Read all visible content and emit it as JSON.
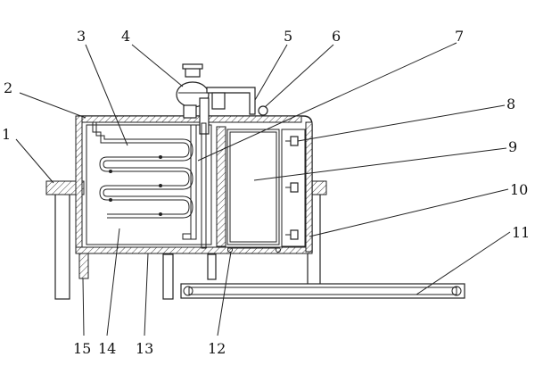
{
  "figure": {
    "callouts": [
      {
        "id": "1",
        "text": "1"
      },
      {
        "id": "2",
        "text": "2"
      },
      {
        "id": "3",
        "text": "3"
      },
      {
        "id": "4",
        "text": "4"
      },
      {
        "id": "5",
        "text": "5"
      },
      {
        "id": "6",
        "text": "6"
      },
      {
        "id": "7",
        "text": "7"
      },
      {
        "id": "8",
        "text": "8"
      },
      {
        "id": "9",
        "text": "9"
      },
      {
        "id": "10",
        "text": "10"
      },
      {
        "id": "11",
        "text": "11"
      },
      {
        "id": "12",
        "text": "12"
      },
      {
        "id": "13",
        "text": "13"
      },
      {
        "id": "14",
        "text": "14"
      },
      {
        "id": "15",
        "text": "15"
      }
    ]
  }
}
